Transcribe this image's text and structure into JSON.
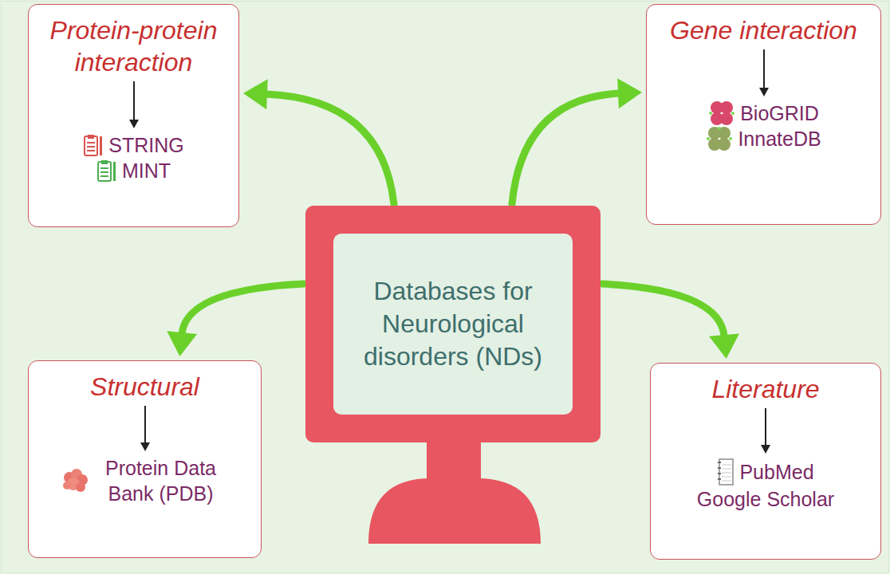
{
  "diagram": {
    "nodes": [
      {
        "text": [
          "Protein-protein interaction",
          "STRING",
          "MINT"
        ]
      },
      {
        "text": [
          "Gene interaction",
          "BioGRID",
          "InnateDB"
        ]
      },
      {
        "text": [
          "Databases for Neurological disorders (NDs)"
        ]
      },
      {
        "text": [
          "Structural",
          "Protein Data Bank (PDB)"
        ]
      },
      {
        "text": [
          "Literature",
          "PubMed",
          "Google Scholar"
        ]
      }
    ],
    "edges": [
      {
        "from": 2,
        "to": 0,
        "arrow": "to"
      },
      {
        "from": 2,
        "to": 1,
        "arrow": "to"
      },
      {
        "from": 2,
        "to": 3,
        "arrow": "to"
      },
      {
        "from": 2,
        "to": 4,
        "arrow": "to"
      }
    ]
  }
}
